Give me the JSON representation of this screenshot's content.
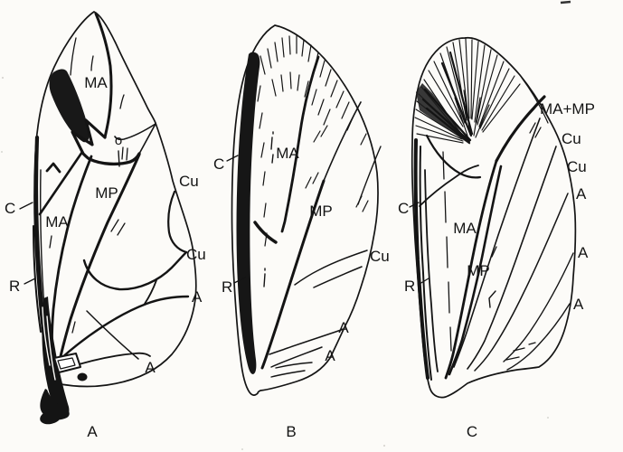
{
  "colors": {
    "paper": "#fcfbf8",
    "ink": "#141414"
  },
  "wing_a": {
    "caption": "A",
    "label_ma_top": "MA",
    "label_o": "o",
    "label_mp": "MP",
    "label_cu_1": "Cu",
    "label_c": "C",
    "label_ma_lower": "MA",
    "label_r": "R",
    "label_cu_2": "Cu",
    "label_a_1": "A",
    "label_a_2": "A"
  },
  "wing_b": {
    "caption": "B",
    "label_c": "C",
    "label_ma": "MA",
    "label_mp": "MP",
    "label_r": "R",
    "label_cu": "Cu",
    "label_a_1": "A",
    "label_a_2": "A"
  },
  "wing_c": {
    "caption": "C",
    "label_ma_mp": "MA+MP",
    "label_cu_1": "Cu",
    "label_cu_2": "Cu",
    "label_a_1": "A",
    "label_c": "C",
    "label_ma": "MA",
    "label_mp": "MP",
    "label_r": "R",
    "label_a_2": "A",
    "label_a_3": "A"
  }
}
